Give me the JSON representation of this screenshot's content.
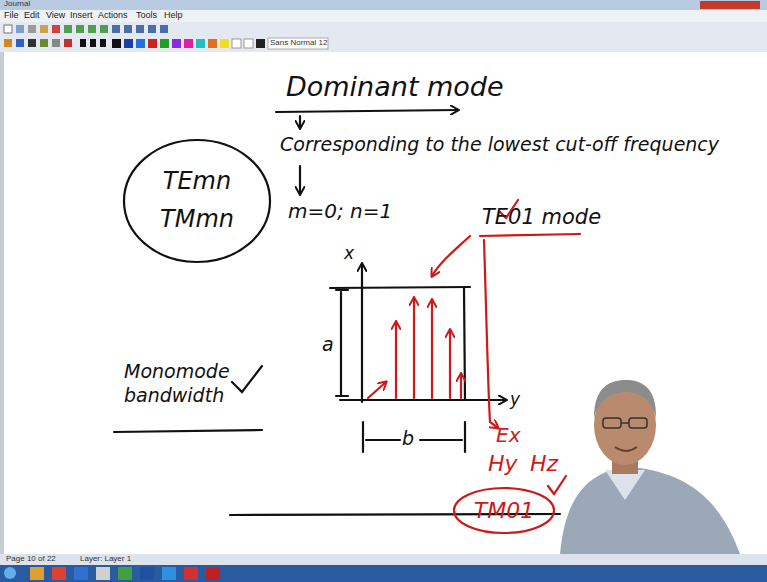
{
  "diagram": {
    "title": "Dominant mode",
    "nodes": [
      {
        "text": [
          "TEmn",
          "TMmn"
        ]
      },
      {
        "text": [
          "TM01"
        ]
      }
    ],
    "labels": [
      "Journal",
      "File",
      "Edit",
      "View",
      "Insert",
      "Actions",
      "Tools",
      "Help",
      "Sans Normal 12",
      "Corresponding to the lowest cut-off frequency",
      "m=0; n=1",
      "TE01 mode",
      "x",
      "y",
      "a",
      "b",
      "Ex",
      "Hy",
      "Hz",
      "Monomode bandwidth",
      "Page 10 of 22",
      "Layer: Layer 1"
    ]
  }
}
